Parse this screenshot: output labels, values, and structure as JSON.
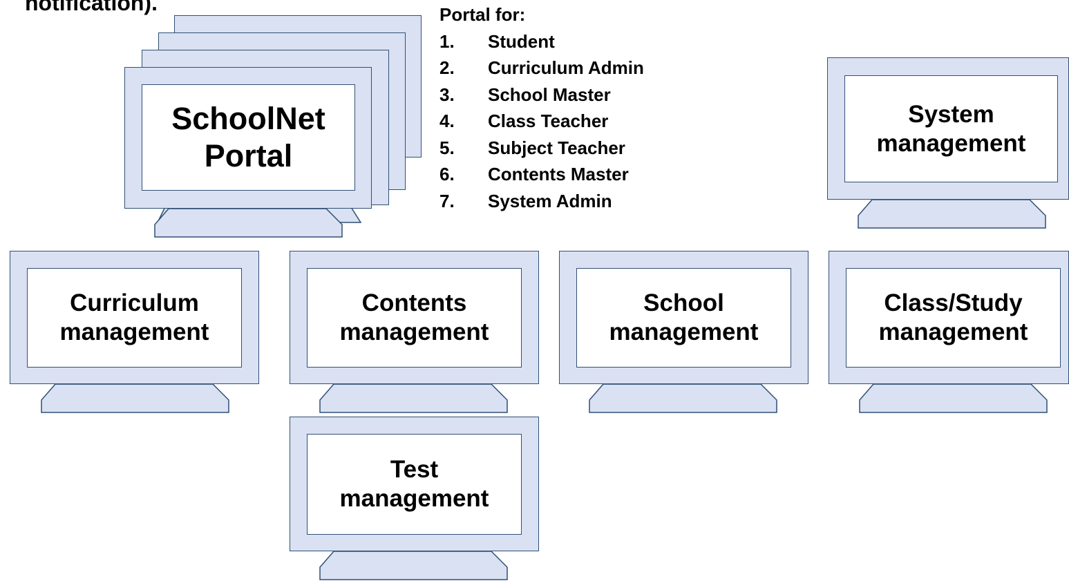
{
  "header": {
    "partial_text": "notification)."
  },
  "portal": {
    "title": "SchoolNet\nPortal",
    "list_title": "Portal for:",
    "roles": [
      {
        "num": "1.",
        "label": "Student"
      },
      {
        "num": "2.",
        "label": "Curriculum Admin"
      },
      {
        "num": "3.",
        "label": "School Master"
      },
      {
        "num": "4.",
        "label": "Class Teacher"
      },
      {
        "num": "5.",
        "label": "Subject Teacher"
      },
      {
        "num": "6.",
        "label": "Contents Master"
      },
      {
        "num": "7.",
        "label": "System Admin"
      }
    ]
  },
  "modules": {
    "system": "System\nmanagement",
    "curriculum": "Curriculum\nmanagement",
    "contents": "Contents\nmanagement",
    "school": "School\nmanagement",
    "class_study": "Class/Study\nmanagement",
    "test": "Test\nmanagement"
  },
  "colors": {
    "frame_fill": "#d9e1f2",
    "outline": "#2f4f75",
    "screen_fill": "#ffffff"
  }
}
